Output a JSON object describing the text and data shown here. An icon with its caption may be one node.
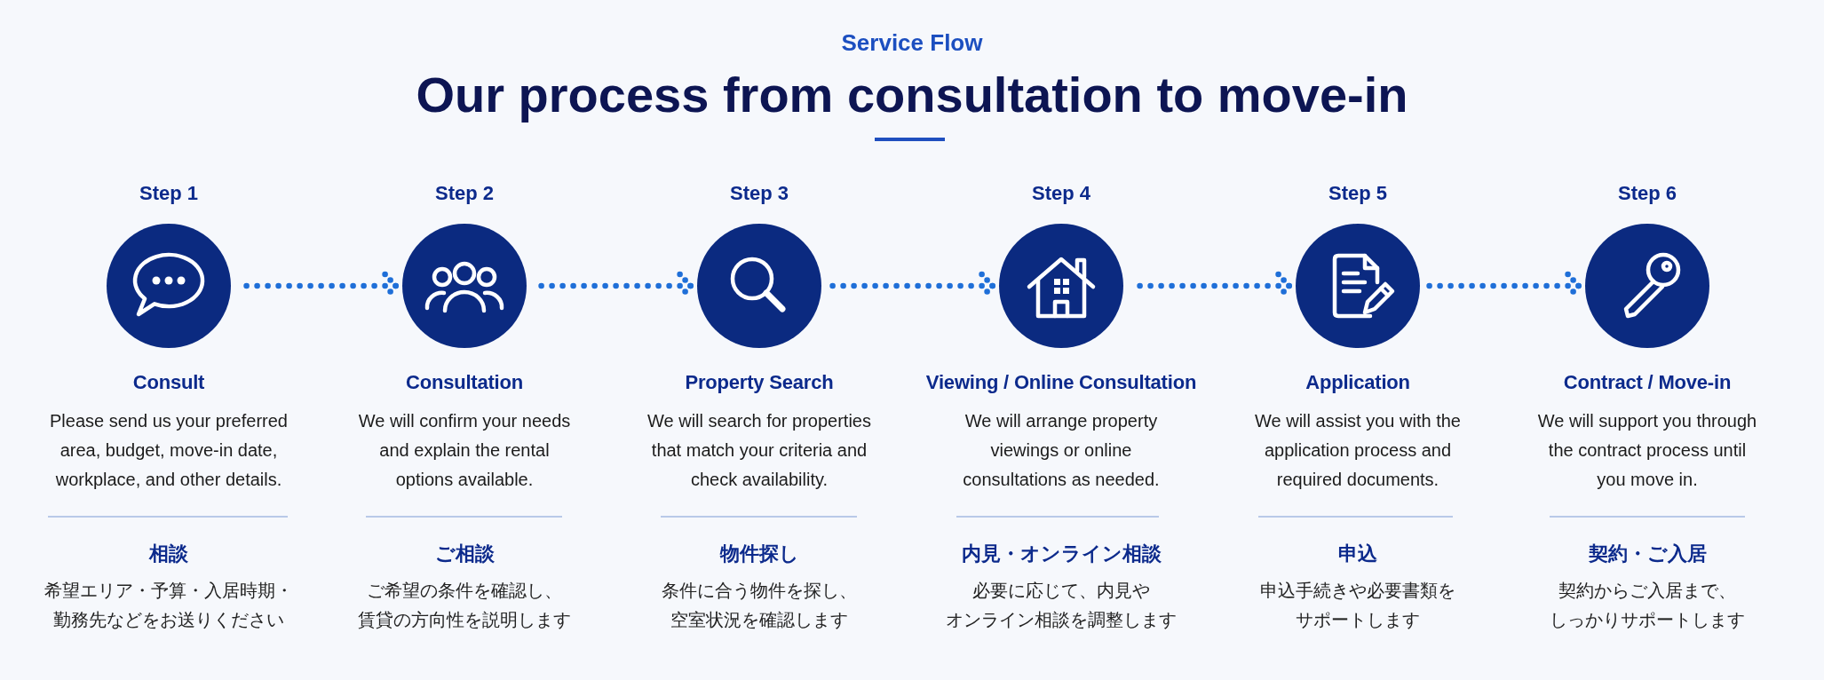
{
  "diagram": {
    "title": "Our process from consultation to move-in",
    "labels": [
      "Service Flow"
    ],
    "nodes": [
      {
        "text": [
          "Step 1"
        ],
        "beside": [
          "Consult",
          "Please send us your preferred area, budget, move-in date, workplace, and other details.",
          "相談",
          "希望エリア・予算・入居時期・勤務先などをお送りください"
        ]
      },
      {
        "text": [
          "Step 2"
        ],
        "beside": [
          "Consultation",
          "We will confirm your needs and explain the rental options available.",
          "ご相談",
          "ご希望の条件を確認し、賃貸の方向性を説明します"
        ]
      },
      {
        "text": [
          "Step 3"
        ],
        "beside": [
          "Property Search",
          "We will search for properties that match your criteria and check availability.",
          "物件探し",
          "条件に合う物件を探し、空室状況を確認します"
        ]
      },
      {
        "text": [
          "Step 4"
        ],
        "beside": [
          "Viewing / Online Consultation",
          "We will arrange property viewings or online consultations as needed.",
          "内見・オンライン相談",
          "必要に応じて、内見やオンライン相談を調整します"
        ]
      },
      {
        "text": [
          "Step 5"
        ],
        "beside": [
          "Application",
          "We will assist you with the application process and required documents.",
          "申込",
          "申込手続きや必要書類をサポートします"
        ]
      },
      {
        "text": [
          "Step 6"
        ],
        "beside": [
          "Contract / Move-in",
          "We will support you through the contract process until you move in.",
          "契約・ご入居",
          "契約からご入居まで、しっかりサポートします"
        ]
      }
    ],
    "edges": [
      {
        "from": 0,
        "to": 1,
        "arrow": "to",
        "style": "dashed"
      },
      {
        "from": 1,
        "to": 2,
        "arrow": "to",
        "style": "dashed"
      },
      {
        "from": 2,
        "to": 3,
        "arrow": "to",
        "style": "dashed"
      },
      {
        "from": 3,
        "to": 4,
        "arrow": "to",
        "style": "dashed"
      },
      {
        "from": 4,
        "to": 5,
        "arrow": "to",
        "style": "dashed"
      }
    ]
  }
}
